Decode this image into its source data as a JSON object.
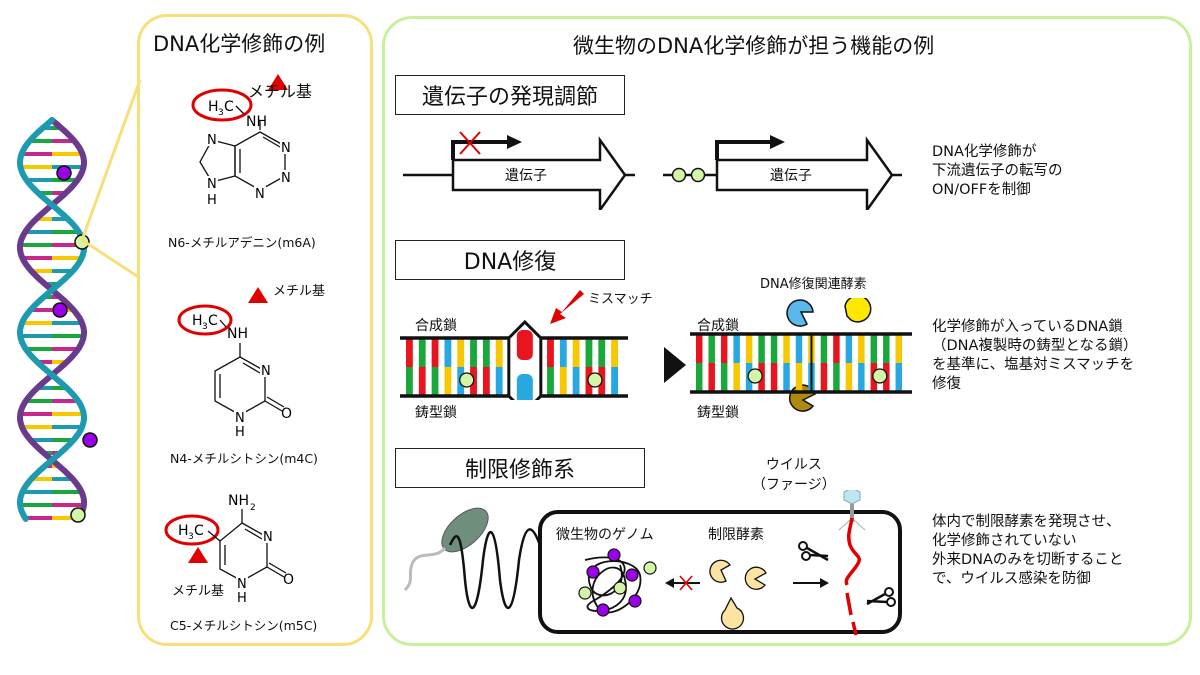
{
  "left_panel": {
    "title": "DNA化学修飾の例",
    "methyl_label": "メチル基",
    "molecules": [
      {
        "name": "N6-メチルアデニン(m6A)",
        "methyl_group": "H3C",
        "amine": "NH",
        "ring_atoms": [
          "N",
          "N",
          "N",
          "N",
          "H"
        ]
      },
      {
        "name": "N4-メチルシトシン(m4C)",
        "methyl_group": "H3C",
        "amine": "NH",
        "ring_atoms": [
          "N",
          "O",
          "N",
          "H"
        ]
      },
      {
        "name": "C5-メチルシトシン(m5C)",
        "methyl_group": "H3C",
        "amine": "NH2",
        "ring_atoms": [
          "N",
          "O",
          "N",
          "H"
        ]
      }
    ]
  },
  "right_panel": {
    "title": "微生物のDNA化学修飾が担う機能の例",
    "sections": [
      {
        "heading": "遺伝子の発現調節",
        "gene_label": "遺伝子",
        "description": "DNA化学修飾が\n下流遺伝子の転写の\nON/OFFを制御"
      },
      {
        "heading": "DNA修復",
        "mismatch_label": "ミスマッチ",
        "synthetic_strand": "合成鎖",
        "template_strand": "鋳型鎖",
        "enzyme_label": "DNA修復関連酵素",
        "description": "化学修飾が入っているDNA鎖\n（DNA複製時の鋳型となる鎖）\nを基準に、塩基対ミスマッチを\n修復"
      },
      {
        "heading": "制限修飾系",
        "genome_label": "微生物のゲノム",
        "enzyme_label": "制限酵素",
        "virus_label": "ウイルス\n（ファージ）",
        "description": "体内で制限酵素を発現させ、\n化学修飾されていない\n外来DNAのみを切断すること\nで、ウイルス感染を防御"
      }
    ]
  },
  "colors": {
    "left_border": "#f8df7a",
    "right_border": "#c8f09a",
    "methyl_marker": "#e00000",
    "modification_green": "#d4f5a8",
    "modification_purple": "#9a00e6",
    "base_red": "#e8141e",
    "base_green": "#1aa83c",
    "base_blue": "#28a8e0",
    "base_yellow": "#f6c800",
    "helix_purple": "#6a3a8c",
    "helix_teal": "#1e9ab0",
    "enzyme_blue": "#5ab8ea",
    "enzyme_yellow": "#ffe800",
    "enzyme_brown": "#b08a10",
    "restriction_enzyme": "#fbe3a2",
    "phage_dna": "#e00000"
  }
}
